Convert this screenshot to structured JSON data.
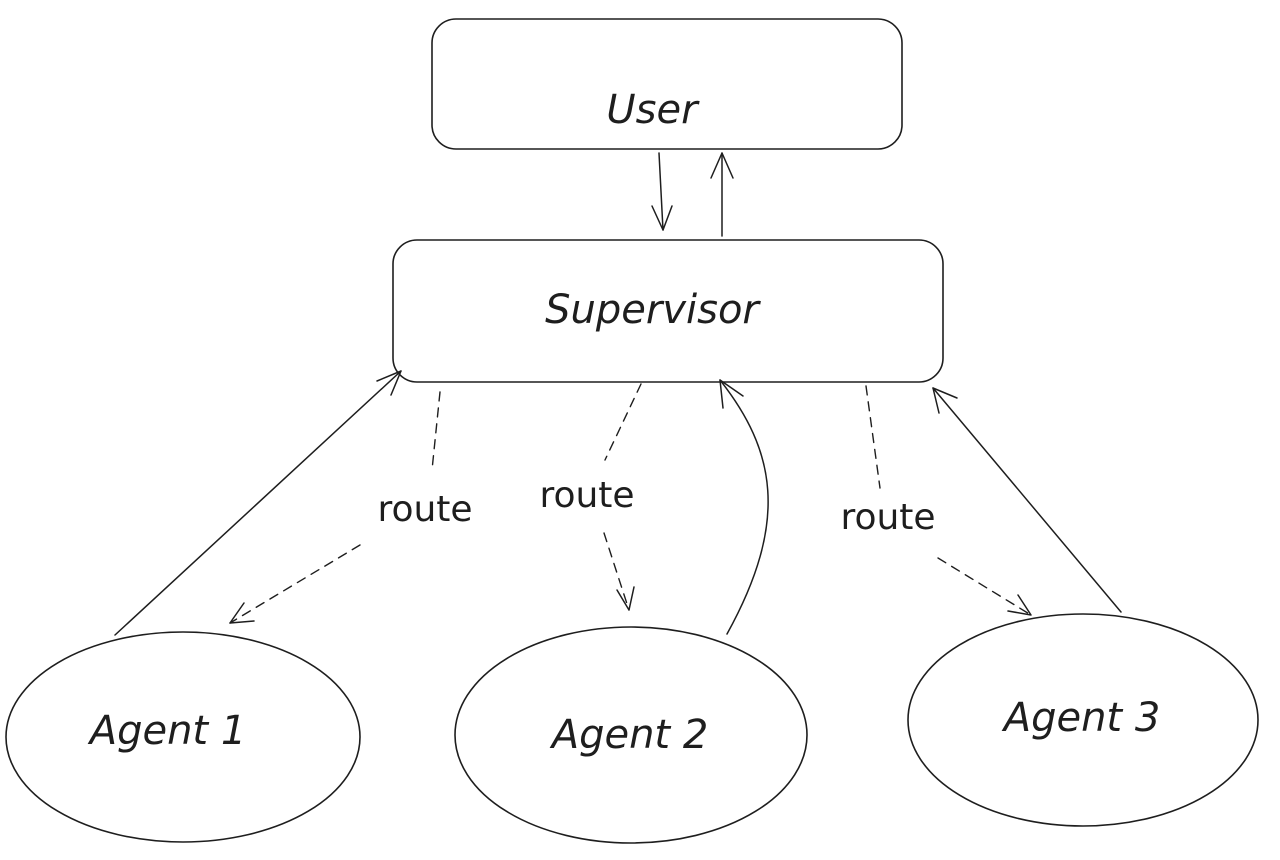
{
  "nodes": {
    "user": {
      "label": "User"
    },
    "supervisor": {
      "label": "Supervisor"
    },
    "agent1": {
      "label": "Agent 1"
    },
    "agent2": {
      "label": "Agent 2"
    },
    "agent3": {
      "label": "Agent 3"
    }
  },
  "edges": {
    "route_agent1": {
      "label": "route"
    },
    "route_agent2": {
      "label": "route"
    },
    "route_agent3": {
      "label": "route"
    }
  },
  "colors": {
    "stroke": "#1e1e1e",
    "background": "#ffffff"
  }
}
